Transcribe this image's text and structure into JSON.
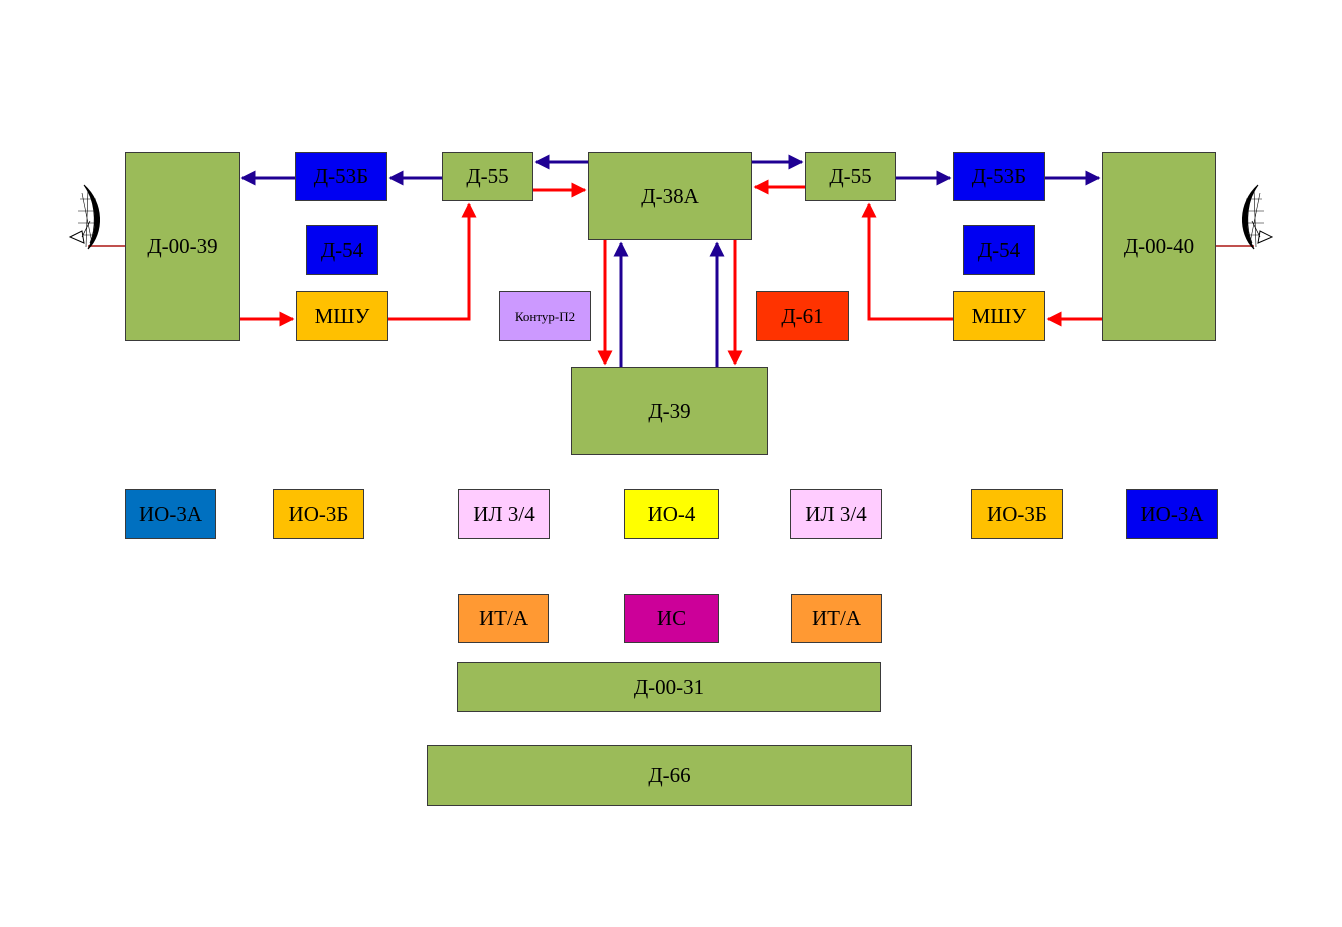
{
  "colors": {
    "green": "#9bbb59",
    "blue": "#0000f2",
    "steel_blue": "#0070c0",
    "amber": "#ffc000",
    "lavender": "#cc99ff",
    "red": "#ff3300",
    "yellow": "#ffff00",
    "pink": "#ffccff",
    "orange": "#ff9933",
    "magenta": "#cc0099",
    "signal_red": "#ff0000",
    "signal_blue": "#1f0093",
    "antenna_feed": "#c0504d"
  },
  "antennas": {
    "left_icon": "dish-antenna-icon",
    "right_icon": "dish-antenna-icon"
  },
  "blocks": {
    "d0039": {
      "label": "Д-00-39",
      "color": "#9bbb59"
    },
    "d0040": {
      "label": "Д-00-40",
      "color": "#9bbb59"
    },
    "d53b_l": {
      "label": "Д-53Б",
      "color": "#0000f2"
    },
    "d53b_r": {
      "label": "Д-53Б",
      "color": "#0000f2"
    },
    "d55_l": {
      "label": "Д-55",
      "color": "#9bbb59"
    },
    "d55_r": {
      "label": "Д-55",
      "color": "#9bbb59"
    },
    "d38a": {
      "label": "Д-38А",
      "color": "#9bbb59"
    },
    "d54_l": {
      "label": "Д-54",
      "color": "#0000f2"
    },
    "d54_r": {
      "label": "Д-54",
      "color": "#0000f2"
    },
    "mshu_l": {
      "label": "МШУ",
      "color": "#ffc000"
    },
    "mshu_r": {
      "label": "МШУ",
      "color": "#ffc000"
    },
    "kontur": {
      "label": "Контур-П2",
      "color": "#cc99ff"
    },
    "d61": {
      "label": "Д-61",
      "color": "#ff3300"
    },
    "d39": {
      "label": "Д-39",
      "color": "#9bbb59"
    },
    "io3a_l": {
      "label": "ИО-3А",
      "color": "#0070c0"
    },
    "io3b_l": {
      "label": "ИО-3Б",
      "color": "#ffc000"
    },
    "il34_l": {
      "label": "ИЛ 3/4",
      "color": "#ffccff"
    },
    "io4": {
      "label": "ИО-4",
      "color": "#ffff00"
    },
    "il34_r": {
      "label": "ИЛ 3/4",
      "color": "#ffccff"
    },
    "io3b_r": {
      "label": "ИО-3Б",
      "color": "#ffc000"
    },
    "io3a_r": {
      "label": "ИО-3А",
      "color": "#0000f2"
    },
    "ita_l": {
      "label": "ИТ/А",
      "color": "#ff9933"
    },
    "is": {
      "label": "ИС",
      "color": "#cc0099"
    },
    "ita_r": {
      "label": "ИТ/А",
      "color": "#ff9933"
    },
    "d0031": {
      "label": "Д-00-31",
      "color": "#9bbb59"
    },
    "d66": {
      "label": "Д-66",
      "color": "#9bbb59"
    }
  }
}
